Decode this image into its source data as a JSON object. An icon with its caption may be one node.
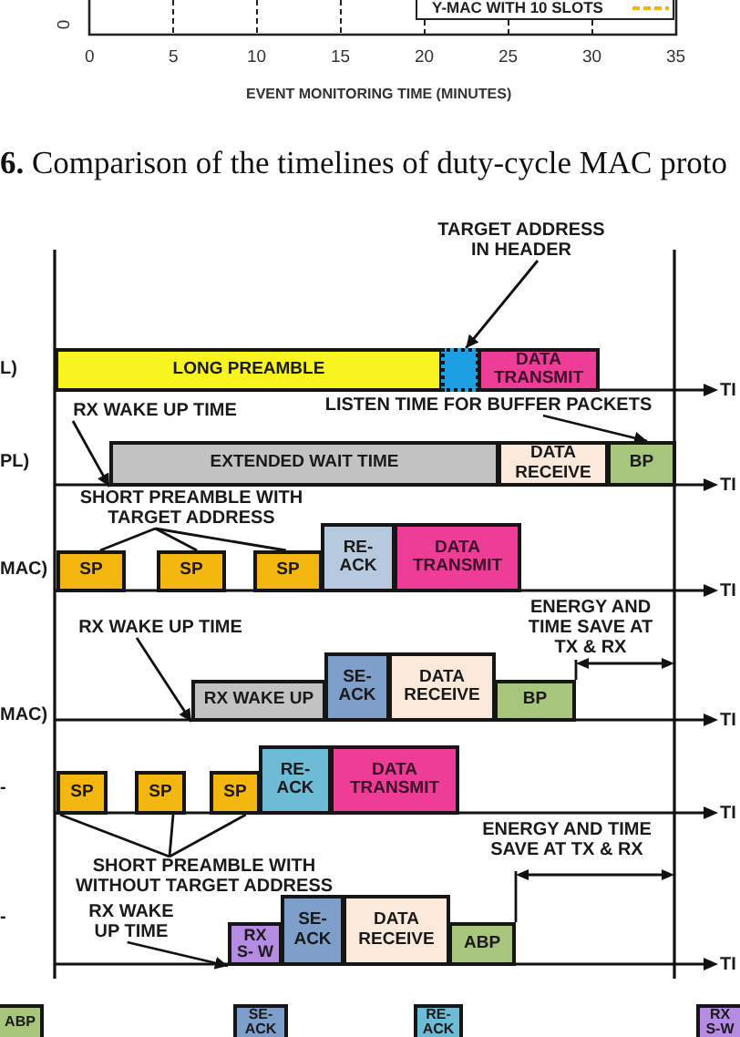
{
  "diagram": {
    "caption": "**6.** Comparison of the timelines of duty-cycle MAC proto",
    "nodes": [
      {
        "text": [
          "TARGET ADDRESS IN HEADER"
        ]
      },
      {
        "text": [
          "LONG PREAMBLE"
        ]
      },
      {
        "text": [],
        "shape": "box"
      },
      {
        "text": [
          "DATA TRANSMIT"
        ]
      },
      {
        "text": [
          "RX WAKE UP TIME"
        ]
      },
      {
        "text": [
          "LISTEN TIME FOR BUFFER PACKETS"
        ]
      },
      {
        "text": [
          "EXTENDED WAIT TIME"
        ]
      },
      {
        "text": [
          "DATA RECEIVE"
        ]
      },
      {
        "text": [
          "BP"
        ]
      },
      {
        "text": [
          "SHORT PREAMBLE WITH TARGET ADDRESS"
        ]
      },
      {
        "text": [
          "SP"
        ]
      },
      {
        "text": [
          "SP"
        ]
      },
      {
        "text": [
          "SP"
        ]
      },
      {
        "text": [
          "RE- ACK"
        ]
      },
      {
        "text": [
          "DATA TRANSMIT"
        ]
      },
      {
        "text": [
          "RX WAKE UP TIME"
        ]
      },
      {
        "text": [
          "RX WAKE UP"
        ]
      },
      {
        "text": [
          "SE- ACK"
        ]
      },
      {
        "text": [
          "DATA RECEIVE"
        ]
      },
      {
        "text": [
          "BP"
        ]
      },
      {
        "text": [
          "SP"
        ]
      },
      {
        "text": [
          "SP"
        ]
      },
      {
        "text": [
          "SP"
        ]
      },
      {
        "text": [
          "RE- ACK"
        ]
      },
      {
        "text": [
          "DATA TRANSMIT"
        ]
      },
      {
        "text": [
          "SHORT PREAMBLE WITH WITHOUT TARGET ADDRESS"
        ]
      },
      {
        "text": [
          "RX WAKE UP TIME"
        ]
      },
      {
        "text": [
          "RX S- W"
        ]
      },
      {
        "text": [
          "SE- ACK"
        ]
      },
      {
        "text": [
          "DATA RECEIVE"
        ]
      },
      {
        "text": [
          "ABP"
        ]
      },
      {
        "text": [
          "ABP"
        ]
      },
      {
        "text": [
          "SE- ACK"
        ]
      },
      {
        "text": [
          "RE- ACK"
        ]
      },
      {
        "text": [
          "RX S-W"
        ]
      }
    ],
    "edges": [
      {
        "from": 0,
        "to": 2,
        "arrow": "to"
      },
      {
        "from": 4,
        "to": 6,
        "arrow": "to"
      },
      {
        "from": 5,
        "to": 8,
        "arrow": "to"
      },
      {
        "from": 9,
        "to": 10,
        "arrow": "none"
      },
      {
        "from": 9,
        "to": 11,
        "arrow": "none"
      },
      {
        "from": 9,
        "to": 12,
        "arrow": "none"
      },
      {
        "from": 15,
        "to": 16,
        "arrow": "to"
      },
      {
        "from": 25,
        "to": 20,
        "arrow": "none"
      },
      {
        "from": 25,
        "to": 21,
        "arrow": "none"
      },
      {
        "from": 25,
        "to": 22,
        "arrow": "none"
      },
      {
        "from": 26,
        "to": 27,
        "arrow": "to"
      }
    ],
    "labels": [
      "0",
      "0",
      "5",
      "10",
      "15",
      "20",
      "25",
      "30",
      "35",
      "EVENT MONITORING TIME (MINUTES)",
      "L)",
      "TI",
      "PL)",
      "TI",
      "MAC)",
      "TI",
      "ENERGY AND TIME SAVE AT TX & RX",
      "MAC)",
      "TI",
      "-",
      "TI",
      "ENERGY AND TIME SAVE AT TX & RX",
      "-",
      "TI"
    ],
    "legend": [
      {
        "text": "Y-MAC WITH 10 SLOTS"
      }
    ]
  }
}
